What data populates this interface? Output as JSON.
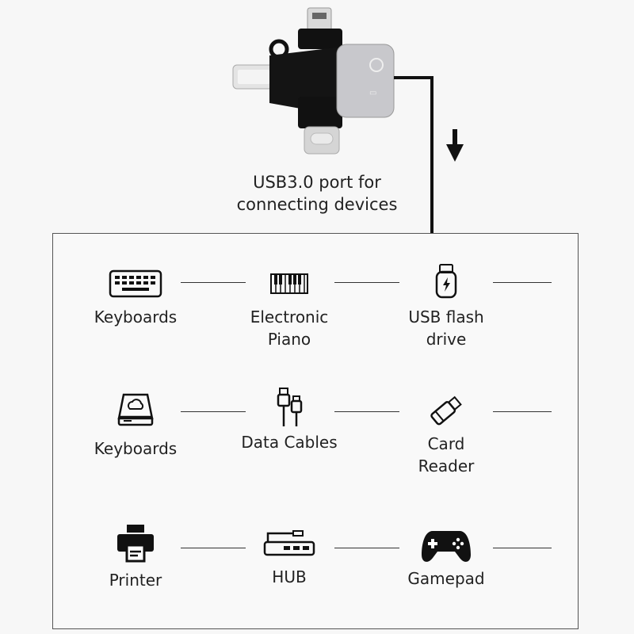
{
  "caption": {
    "line1": "USB3.0 port for",
    "line2": "connecting devices"
  },
  "colors": {
    "adapter_silver": "#c8c8cc",
    "adapter_black": "#111111",
    "line": "#222222"
  },
  "icons": [
    "keyboard-icon",
    "piano-icon",
    "usb-flash-drive-icon",
    "hard-drive-icon",
    "data-cable-icon",
    "card-reader-icon",
    "printer-icon",
    "hub-icon",
    "gamepad-icon"
  ],
  "devices": {
    "r1c1": {
      "line1": "Keyboards",
      "line2": ""
    },
    "r1c2": {
      "line1": "Electronic",
      "line2": "Piano"
    },
    "r1c3": {
      "line1": "USB flash",
      "line2": "drive"
    },
    "r2c1": {
      "line1": "Keyboards",
      "line2": ""
    },
    "r2c2": {
      "line1": "Data Cables",
      "line2": ""
    },
    "r2c3": {
      "line1": "Card",
      "line2": "Reader"
    },
    "r3c1": {
      "line1": "Printer",
      "line2": ""
    },
    "r3c2": {
      "line1": "HUB",
      "line2": ""
    },
    "r3c3": {
      "line1": "Gamepad",
      "line2": ""
    }
  }
}
